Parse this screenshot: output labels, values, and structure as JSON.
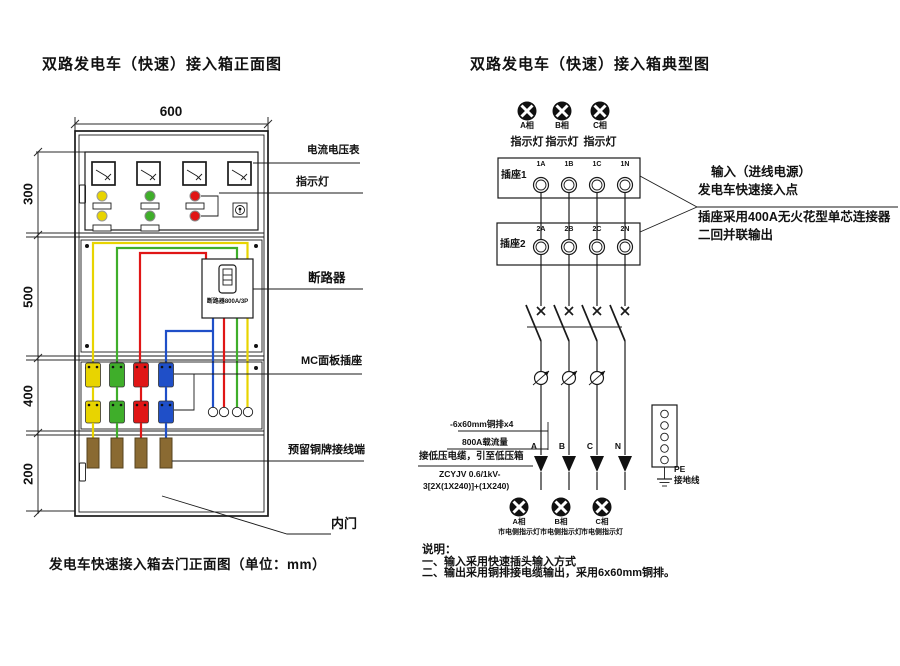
{
  "colors": {
    "yellow": "#e8d400",
    "green": "#3fae2a",
    "red": "#e01616",
    "blue": "#1f4fc8",
    "copper": "#8a6a32",
    "line": "#1a1a1a"
  },
  "left": {
    "title": "双路发电车（快速）接入箱正面图",
    "caption": "发电车快速接入箱去门正面图（单位：mm）",
    "width_dim": "600",
    "height_dims": [
      "300",
      "500",
      "400",
      "200"
    ],
    "breaker_tag": "断路器800A/3P",
    "labels": {
      "meters": "电流电压表",
      "indicator": "指示灯",
      "breaker": "断路器",
      "mc_socket": "MC面板插座",
      "copper_terminal": "预留铜牌接线端",
      "inner_door": "内门"
    }
  },
  "right": {
    "title": "双路发电车（快速）接入箱典型图",
    "top_lamps": [
      {
        "phase": "A相",
        "label": "指示灯"
      },
      {
        "phase": "B相",
        "label": "指示灯"
      },
      {
        "phase": "C相",
        "label": "指示灯"
      }
    ],
    "socket1": {
      "name": "插座1",
      "pins": [
        "1A",
        "1B",
        "1C",
        "1N"
      ]
    },
    "socket2": {
      "name": "插座2",
      "pins": [
        "2A",
        "2B",
        "2C",
        "2N"
      ]
    },
    "input_notes": [
      "输入（进线电源）",
      "发电车快速接入点",
      "插座采用400A无火花型单芯连接器",
      "二回并联输出"
    ],
    "bus_notes": [
      "-6x60mm铜排x4",
      "800A载流量"
    ],
    "cable_note": "接低压电缆，引至低压箱",
    "cable_spec": [
      "ZCYJV 0.6/1kV-",
      "3[2X(1X240)]+(1X240)"
    ],
    "phases": [
      "A",
      "B",
      "C",
      "N"
    ],
    "pe": {
      "label": "PE",
      "sub": "接地线"
    },
    "bottom_lamps": [
      {
        "phase": "A相",
        "label": "市电侧指示灯"
      },
      {
        "phase": "B相",
        "label": "市电侧指示灯"
      },
      {
        "phase": "C相",
        "label": "市电侧指示灯"
      }
    ],
    "notes": [
      "说明：",
      "一、输入采用快速插头输入方式",
      "二、输出采用铜排接电缆输出，采用6x60mm铜排。"
    ]
  }
}
